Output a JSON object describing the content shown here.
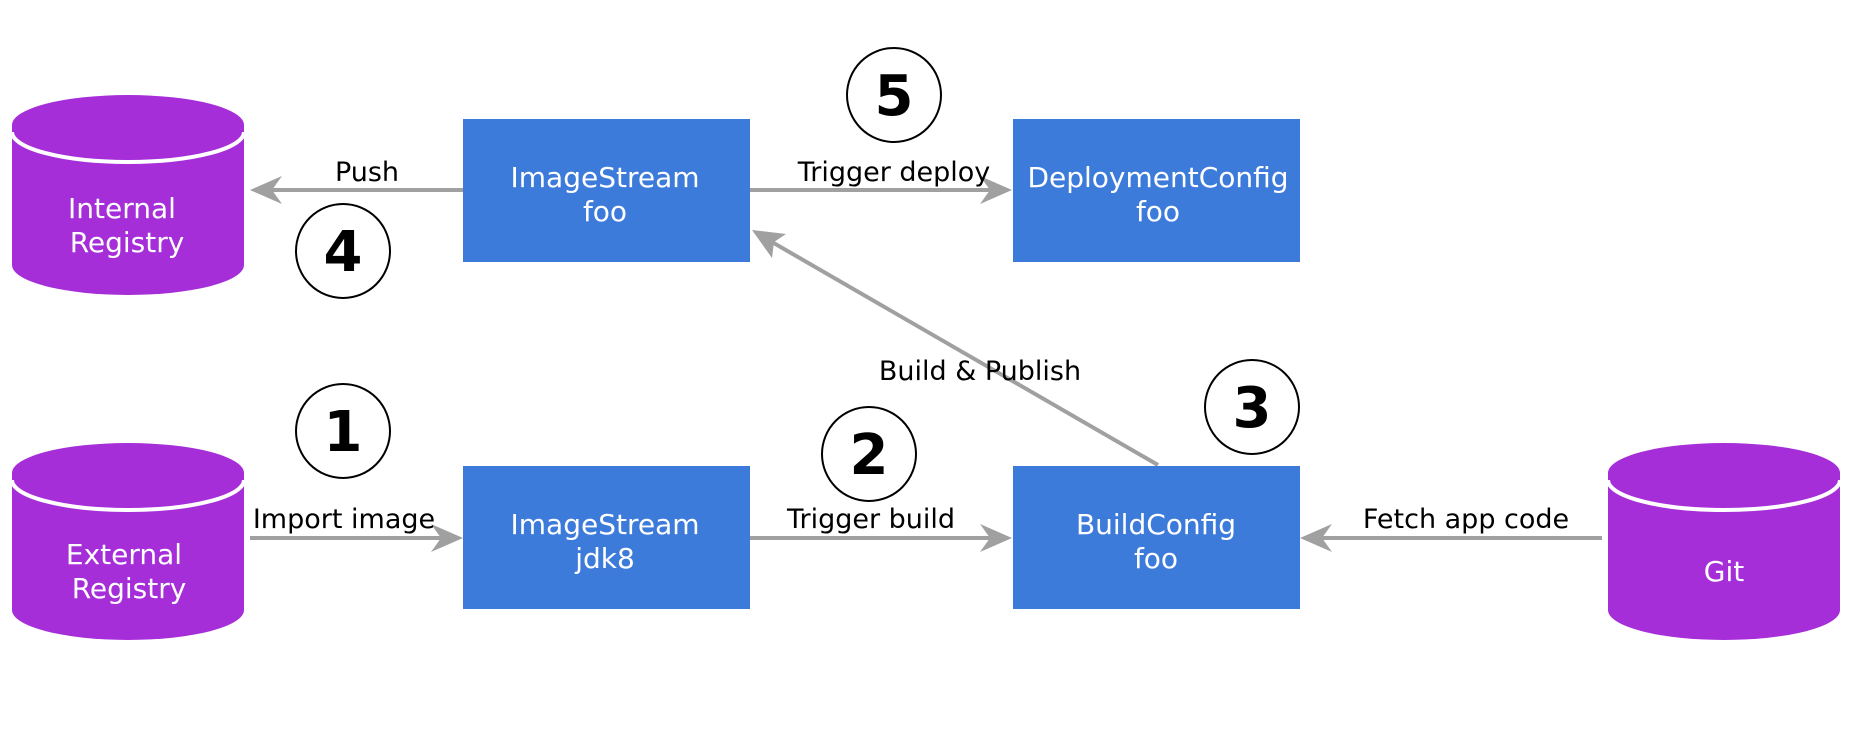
{
  "colors": {
    "box_fill": "#3d7bdb",
    "database_fill": "#a62ed9",
    "arrow": "#a0a0a0",
    "text_on_shape": "#ffffff",
    "label_text": "#000000"
  },
  "databases": {
    "internal_registry": {
      "line1": "Internal",
      "line2": "Registry"
    },
    "external_registry": {
      "line1": "External",
      "line2": "Registry"
    },
    "git": {
      "line1": "Git"
    }
  },
  "boxes": {
    "imagestream_foo": {
      "line1": "ImageStream",
      "line2": "foo"
    },
    "deploymentconfig_foo": {
      "line1": "DeploymentConfig",
      "line2": "foo"
    },
    "imagestream_jdk8": {
      "line1": "ImageStream",
      "line2": "jdk8"
    },
    "buildconfig_foo": {
      "line1": "BuildConfig",
      "line2": "foo"
    }
  },
  "edges": {
    "push": "Push",
    "trigger_deploy": "Trigger deploy",
    "build_publish": "Build & Publish",
    "import_image": "Import image",
    "trigger_build": "Trigger build",
    "fetch_app_code": "Fetch app code"
  },
  "steps": {
    "step1": "1",
    "step2": "2",
    "step3": "3",
    "step4": "4",
    "step5": "5"
  }
}
